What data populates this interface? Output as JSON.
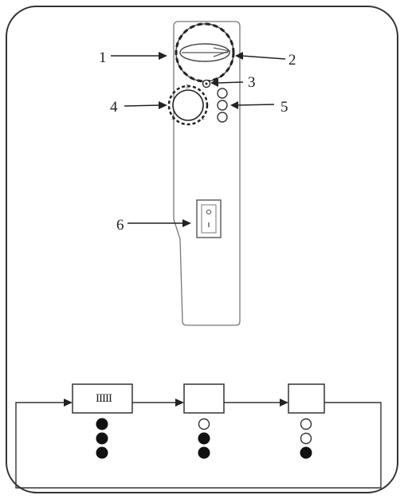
{
  "callouts": {
    "c1": "1",
    "c2": "2",
    "c3": "3",
    "c4": "4",
    "c5": "5",
    "c6": "6"
  },
  "dial": {
    "left_mark": "1",
    "right_mark": "2",
    "top_mark": "3"
  },
  "sequence": {
    "box1_text": "IIIII",
    "stages": [
      {
        "indicators": [
          "filled",
          "filled",
          "filled"
        ]
      },
      {
        "indicators": [
          "hollow",
          "filled",
          "filled"
        ]
      },
      {
        "indicators": [
          "hollow",
          "hollow",
          "filled"
        ]
      }
    ]
  },
  "colors": {
    "line": "#333333",
    "dot_filled": "#111111",
    "background": "#ffffff"
  }
}
